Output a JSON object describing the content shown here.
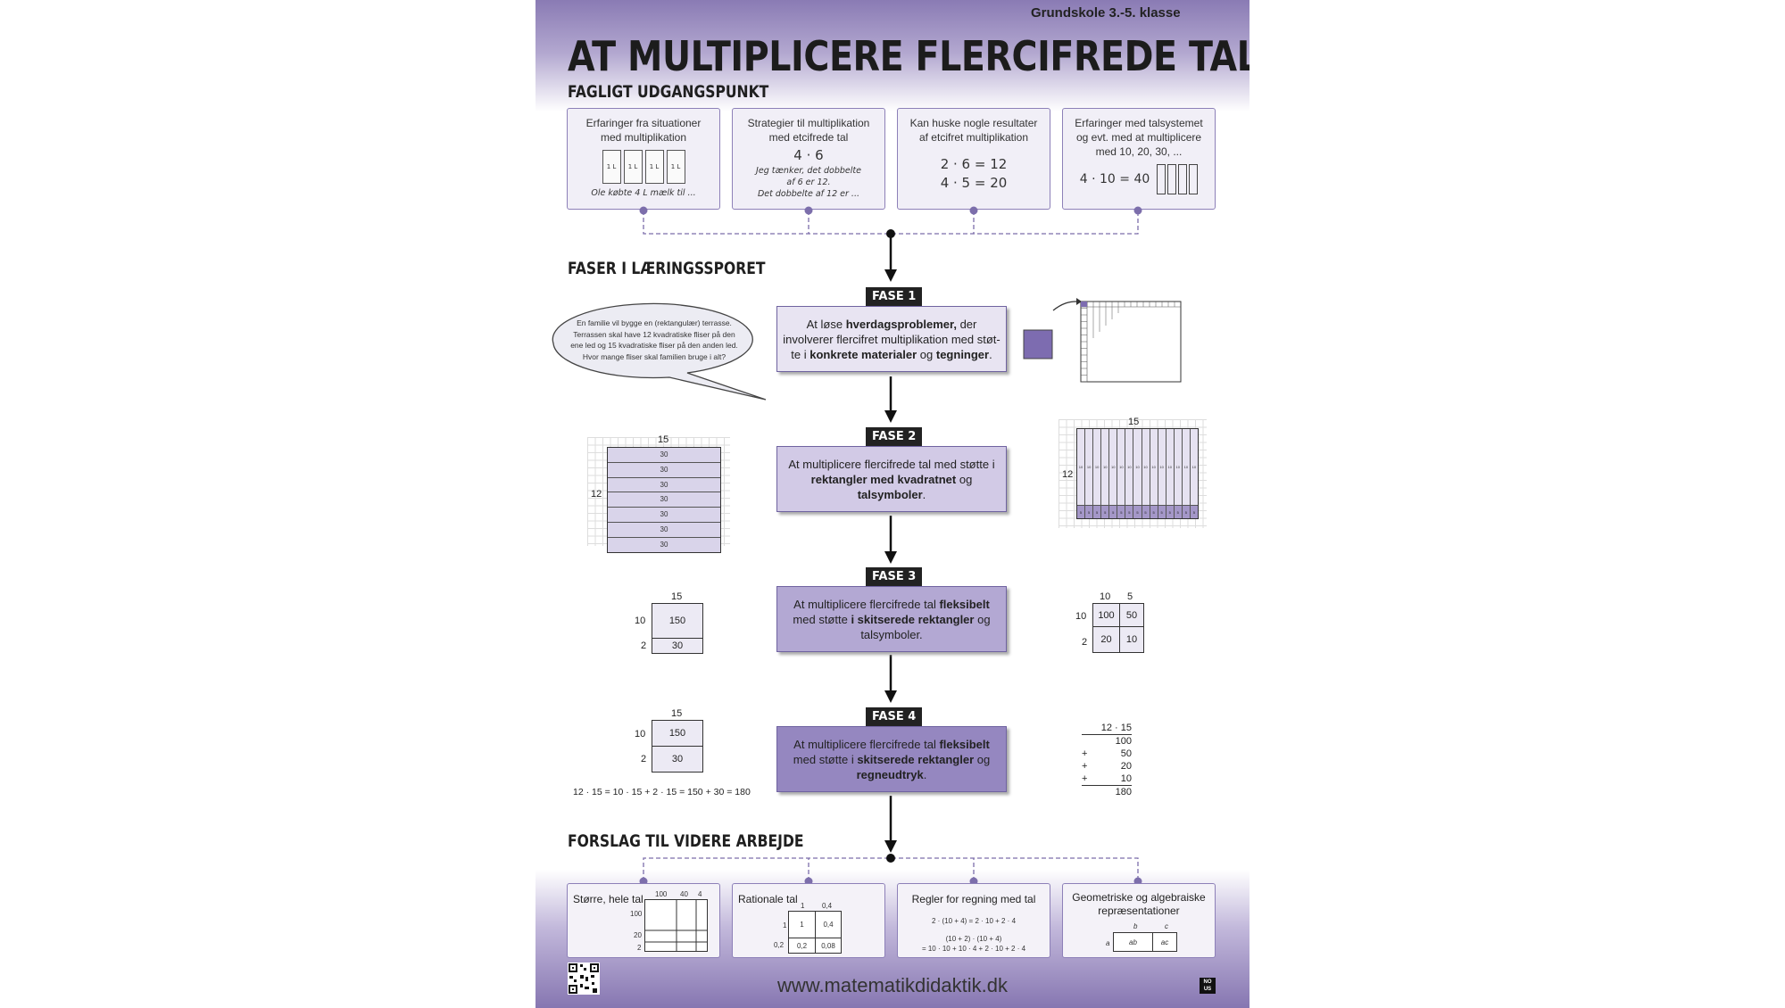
{
  "header": {
    "grade": "Grundskole 3.-5. klasse",
    "title": "AT MULTIPLICERE FLERCIFREDE TAL",
    "title_number": "3"
  },
  "sections": {
    "start": "FAGLIGT UDGANGSPUNKT",
    "phases": "FASER I LÆRINGSSPORET",
    "further": "FORSLAG TIL VIDERE ARBEJDE"
  },
  "start_boxes": [
    {
      "line1": "Erfaringer fra situationer",
      "line2": "med multiplikation",
      "milk_label": "1 L",
      "note": "Ole købte 4 L mælk til ..."
    },
    {
      "line1": "Strategier til multiplikation",
      "line2": "med etcifrede tal",
      "expr": "4 · 6",
      "note1": "Jeg tænker, det dobbelte",
      "note2": "af 6 er 12.",
      "note3": "Det dobbelte af 12 er ..."
    },
    {
      "line1": "Kan huske nogle resultater",
      "line2": "af etcifret multiplikation",
      "eq1": "2 · 6 = 12",
      "eq2": "4 · 5 = 20"
    },
    {
      "line1": "Erfaringer med talsystemet",
      "line2": "og evt. med at multiplicere",
      "line3": "med 10, 20, 30, ...",
      "eq": "4 · 10 = 40"
    }
  ],
  "speech": {
    "l1": "En familie vil bygge en (rektangulær) terrasse.",
    "l2": "Terrassen skal have 12 kvadratiske fliser på den",
    "l3": "ene led og 15 kvadratiske fliser på den anden led.",
    "l4": "Hvor mange fliser skal familien bruge i alt?"
  },
  "phases": [
    {
      "tag": "FASE 1",
      "parts": [
        "At løse ",
        "hverdagsproblemer,",
        " der involverer flercifret multiplikation med støt-te i ",
        "konkrete materialer",
        " og ",
        "tegninger",
        "."
      ]
    },
    {
      "tag": "FASE 2",
      "parts": [
        "At multiplicere flercifrede tal med støtte i ",
        "rektangler med kvadratnet",
        " og ",
        "talsymboler",
        "."
      ]
    },
    {
      "tag": "FASE 3",
      "parts": [
        "At multiplicere flercifrede tal ",
        "fleksibelt",
        " med støtte ",
        "i skitserede rektangler",
        " og talsymboler."
      ]
    },
    {
      "tag": "FASE 4",
      "parts": [
        "At multiplicere flercifrede tal ",
        "fleksibelt",
        " med støtte i ",
        "skitserede rektangler",
        " og ",
        "regneudtryk",
        "."
      ]
    }
  ],
  "phase2_left": {
    "top": "15",
    "side": "12",
    "cell": "30"
  },
  "phase2_right": {
    "top": "15",
    "side": "12",
    "cell": "10",
    "bottom_cell": "5"
  },
  "phase3_left": {
    "top": "15",
    "rows": [
      "10",
      "2"
    ],
    "cells": [
      "150",
      "30"
    ]
  },
  "phase3_right": {
    "cols": [
      "10",
      "5"
    ],
    "rows": [
      "10",
      "2"
    ],
    "cells": [
      "100",
      "50",
      "20",
      "10"
    ]
  },
  "phase4_left": {
    "top": "15",
    "rows": [
      "10",
      "2"
    ],
    "cells": [
      "150",
      "30"
    ],
    "equation": "12 · 15 = 10 · 15 + 2 · 15 = 150 + 30 = 180"
  },
  "phase4_right": {
    "l1": "12 · 15",
    "l2": "100",
    "l3": "+",
    "l4": "50",
    "l5": "+",
    "l6": "20",
    "l7": "+",
    "l8": "10",
    "l9": "180"
  },
  "bottom_boxes": [
    {
      "title": "Større, hele tal",
      "cols": [
        "100",
        "40",
        "4"
      ],
      "rows": [
        "100",
        "20",
        "2"
      ]
    },
    {
      "title": "Rationale tal",
      "cols": [
        "1",
        "0,4"
      ],
      "rows": [
        "1",
        "0,2"
      ],
      "cells": [
        "1",
        "0,4",
        "0,2",
        "0,08"
      ]
    },
    {
      "title": "Regler for regning med tal",
      "l1": "2 · (10 + 4) = 2 · 10 + 2 · 4",
      "l2": "(10 + 2) · (10 + 4)",
      "l3": "= 10 · 10 + 10 · 4 + 2 · 10 + 2 · 4"
    },
    {
      "title1": "Geometriske og algebraiske",
      "title2": "repræsentationer",
      "b": "b",
      "c": "c",
      "a": "a",
      "ab": "ab",
      "ac": "ac"
    }
  ],
  "footer": {
    "url": "www.matematikdidaktik.dk",
    "logo": "NO US"
  }
}
